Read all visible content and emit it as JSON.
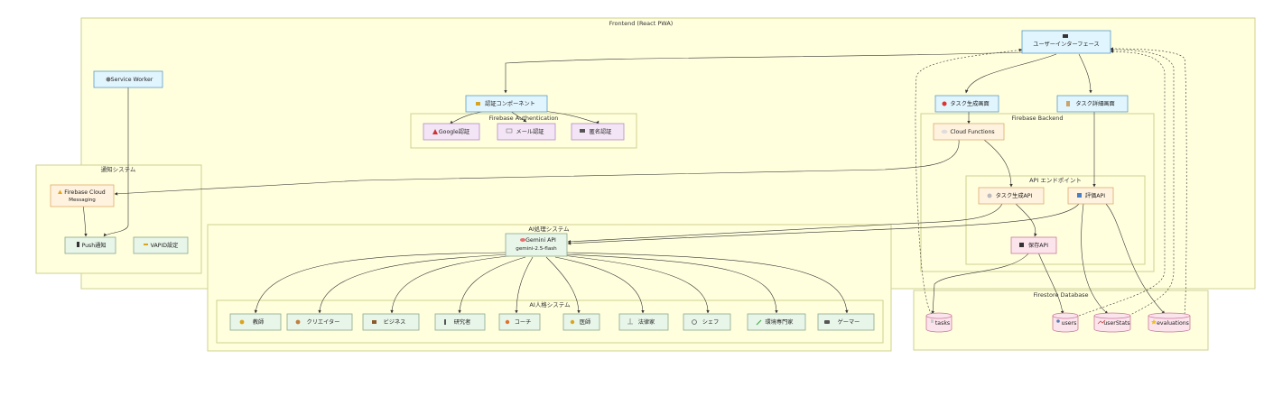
{
  "colors": {
    "cluster_fill": "#ffffde",
    "cluster_stroke": "#cfd08f",
    "ui_fill": "#e1f5fe",
    "ui_stroke": "#5a9bc9",
    "auth_fill": "#f3e5f5",
    "auth_stroke": "#b48ac8",
    "backend_fill": "#fff3e0",
    "backend_stroke": "#e0a96a",
    "ai_fill": "#e8f5e9",
    "ai_stroke": "#8aa88a",
    "db_fill": "#fce4ec",
    "db_stroke": "#c87a9a"
  },
  "clusters": {
    "frontend": "Frontend (React PWA)",
    "firebase_auth": "Firebase Authentication",
    "firebase_backend": "Firebase Backend",
    "api_endpoints": "API エンドポイント",
    "notification": "通知システム",
    "ai_processing": "AI処理システム",
    "ai_personas": "AI人格システム",
    "firestore": "Firestore Database"
  },
  "nodes": {
    "ui": {
      "icon": "monitor-icon",
      "label": "ユーザーインターフェース"
    },
    "service_worker": {
      "icon": "gear-icon",
      "label": "Service Worker"
    },
    "auth_component": {
      "icon": "lock-icon",
      "label": "認証コンポーネント"
    },
    "task_create_screen": {
      "icon": "target-icon",
      "label": "タスク生成画面"
    },
    "task_detail_screen": {
      "icon": "clipboard-icon",
      "label": "タスク詳細画面"
    },
    "google_auth": {
      "icon": "rocket-icon",
      "label": "Google認証"
    },
    "mail_auth": {
      "icon": "mail-icon",
      "label": "メール認証"
    },
    "anon_auth": {
      "icon": "incognito-icon",
      "label": "匿名認証"
    },
    "cloud_functions": {
      "icon": "cloud-icon",
      "label": "Cloud Functions"
    },
    "task_api": {
      "icon": "sparkle-icon",
      "label": "タスク生成API"
    },
    "eval_api": {
      "icon": "chart-icon",
      "label": "評価API"
    },
    "save_api": {
      "icon": "floppy-icon",
      "label": "保存API"
    },
    "fcm": {
      "icon": "warning-icon",
      "label_line1": "Firebase Cloud",
      "label_line2": "Messaging"
    },
    "push": {
      "icon": "phone-icon",
      "label": "Push通知"
    },
    "vapid": {
      "icon": "key-icon",
      "label": "VAPID設定"
    },
    "gemini": {
      "icon": "brain-icon",
      "label_line1": "Gemini API",
      "label_line2": "gemini-2.5-flash"
    },
    "teacher": {
      "icon": "teacher-icon",
      "label": "教師"
    },
    "creator": {
      "icon": "palette-icon",
      "label": "クリエイター"
    },
    "business": {
      "icon": "briefcase-icon",
      "label": "ビジネス"
    },
    "researcher": {
      "icon": "microscope-icon",
      "label": "研究者"
    },
    "coach": {
      "icon": "runner-icon",
      "label": "コーチ"
    },
    "doctor": {
      "icon": "doctor-icon",
      "label": "医師"
    },
    "lawyer": {
      "icon": "scales-icon",
      "label": "法律家"
    },
    "chef": {
      "icon": "chef-icon",
      "label": "シェフ"
    },
    "eco_expert": {
      "icon": "leaf-icon",
      "label": "環境専門家"
    },
    "gamer": {
      "icon": "gamepad-icon",
      "label": "ゲーマー"
    },
    "db_tasks": {
      "icon": "document-icon",
      "label": "tasks"
    },
    "db_users": {
      "icon": "user-icon",
      "label": "users"
    },
    "db_userstats": {
      "icon": "trend-icon",
      "label": "userStats"
    },
    "db_evaluations": {
      "icon": "star-icon",
      "label": "evaluations"
    }
  }
}
